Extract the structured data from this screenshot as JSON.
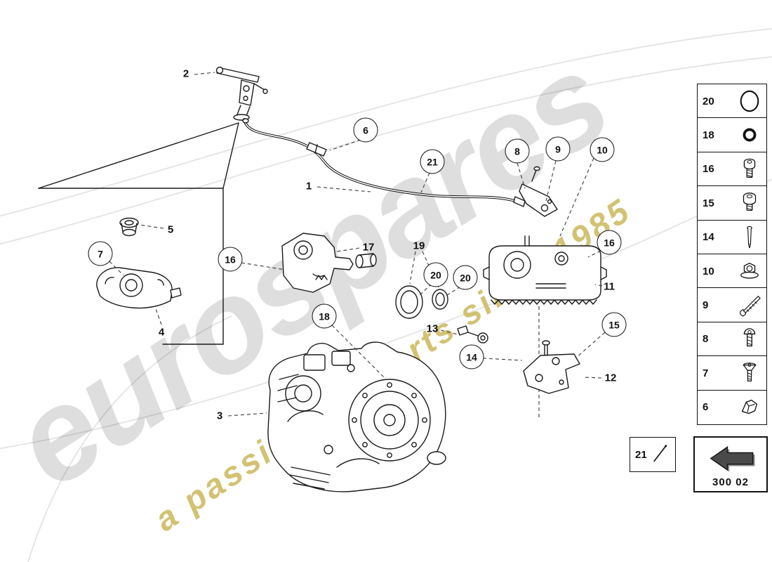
{
  "watermark": {
    "brand": "eurospares",
    "tagline": "a passion for parts since 1985"
  },
  "callouts": {
    "n1": "1",
    "n2": "2",
    "n3": "3",
    "n4": "4",
    "n5": "5",
    "n6": "6",
    "n7": "7",
    "n8": "8",
    "n9": "9",
    "n10": "10",
    "n11": "11",
    "n12": "12",
    "n13": "13",
    "n14": "14",
    "n15": "15",
    "n16": "16",
    "n17": "17",
    "n18": "18",
    "n19": "19",
    "n20": "20",
    "n21": "21"
  },
  "sidebar": {
    "items": [
      {
        "number": "20",
        "icon": "o-ring-large-icon"
      },
      {
        "number": "18",
        "icon": "o-ring-small-icon"
      },
      {
        "number": "16",
        "icon": "socket-head-bolt-icon"
      },
      {
        "number": "15",
        "icon": "socket-head-bolt-short-icon"
      },
      {
        "number": "14",
        "icon": "stud-pin-icon"
      },
      {
        "number": "10",
        "icon": "flange-nut-icon"
      },
      {
        "number": "9",
        "icon": "long-hex-bolt-icon"
      },
      {
        "number": "8",
        "icon": "button-head-screw-icon"
      },
      {
        "number": "7",
        "icon": "countersunk-screw-icon"
      },
      {
        "number": "6",
        "icon": "retainer-clip-icon"
      }
    ]
  },
  "footer": {
    "pin_number": "21",
    "nav_code": "300 02"
  },
  "colors": {
    "line": "#1a1a1a",
    "watermark_gray": "#d9d9d9",
    "watermark_gold": "#cdbb63"
  }
}
